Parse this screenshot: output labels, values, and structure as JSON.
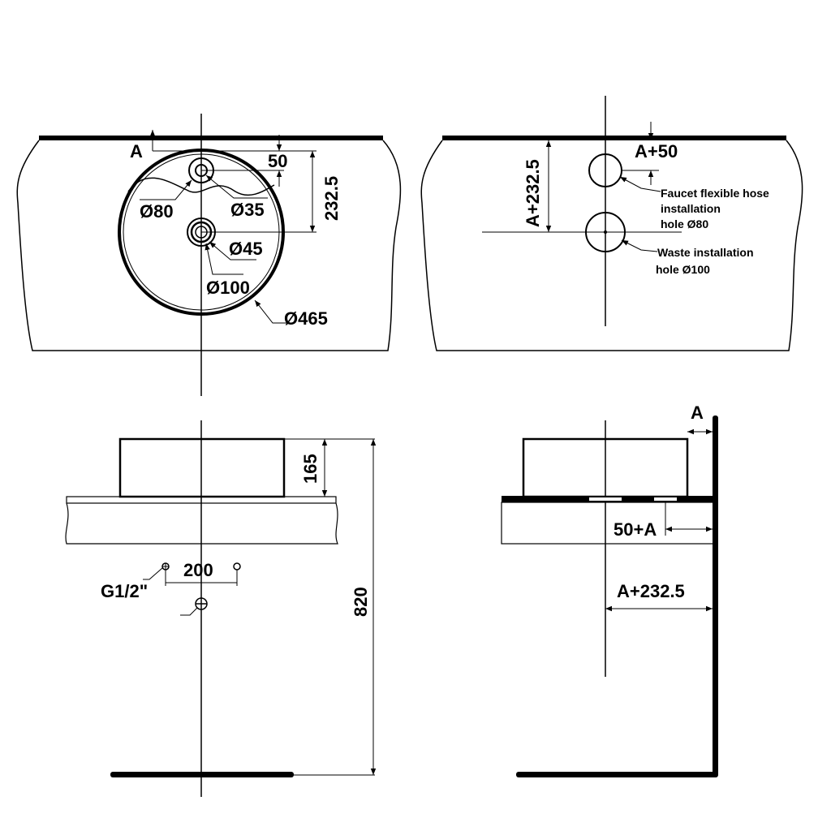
{
  "top_left": {
    "label_a": "A",
    "dim_50": "50",
    "dim_232_5": "232.5",
    "dia_80": "Ø80",
    "dia_35": "Ø35",
    "dia_45": "Ø45",
    "dia_100": "Ø100",
    "dia_465": "Ø465"
  },
  "top_right": {
    "dim_a_232_5": "A+232.5",
    "dim_a_50": "A+50",
    "faucet_line1": "Faucet flexible hose",
    "faucet_line2": "installation",
    "faucet_line3": "hole Ø80",
    "waste_line1": "Waste installation",
    "waste_line2": "hole Ø100"
  },
  "bottom_left": {
    "dim_165": "165",
    "dim_200": "200",
    "thread": "G1/2\"",
    "dim_820": "820"
  },
  "bottom_right": {
    "label_a": "A",
    "dim_50_a": "50+A",
    "dim_a_232_5": "A+232.5"
  }
}
